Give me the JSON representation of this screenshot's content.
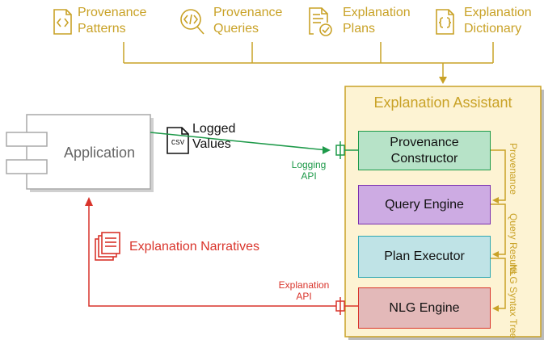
{
  "sources": [
    {
      "line1": "Provenance",
      "line2": "Patterns",
      "icon": "code-file-icon"
    },
    {
      "line1": "Provenance",
      "line2": "Queries",
      "icon": "code-search-icon"
    },
    {
      "line1": "Explanation",
      "line2": "Plans",
      "icon": "document-check-icon"
    },
    {
      "line1": "Explanation",
      "line2": "Dictionary",
      "icon": "braces-file-icon"
    }
  ],
  "application": {
    "label": "Application",
    "icon": "component-icon"
  },
  "logged": {
    "line1": "Logged",
    "line2": "Values",
    "file_label": "CSV"
  },
  "logging_api": {
    "line1": "Logging",
    "line2": "API"
  },
  "explanation_api": {
    "line1": "Explanation",
    "line2": "API"
  },
  "narratives": {
    "label": "Explanation Narratives",
    "icon": "documents-icon"
  },
  "assistant": {
    "title": "Explanation Assistant",
    "modules": [
      {
        "line1": "Provenance",
        "line2": "Constructor"
      },
      {
        "line1": "Query Engine"
      },
      {
        "line1": "Plan Executor"
      },
      {
        "line1": "NLG Engine"
      }
    ],
    "flows": [
      {
        "line1": "Provenance"
      },
      {
        "line1": "Query",
        "line2": "Results"
      },
      {
        "line1": "NLG Syntax",
        "line2": "Tree"
      }
    ]
  },
  "colors": {
    "gold": "#c9a227",
    "assistant_fill": "#fdf3d3",
    "green": "#1e9a4a",
    "red": "#d9342b",
    "constructor_fill": "#b7e3c8",
    "query_fill": "#cdabe3",
    "query_border": "#7a2fb0",
    "plan_fill": "#bfe3e6",
    "plan_border": "#2fa8b3",
    "nlg_fill": "#e3b9b9",
    "nlg_border": "#d9342b",
    "app_border": "#a9a9a9"
  }
}
